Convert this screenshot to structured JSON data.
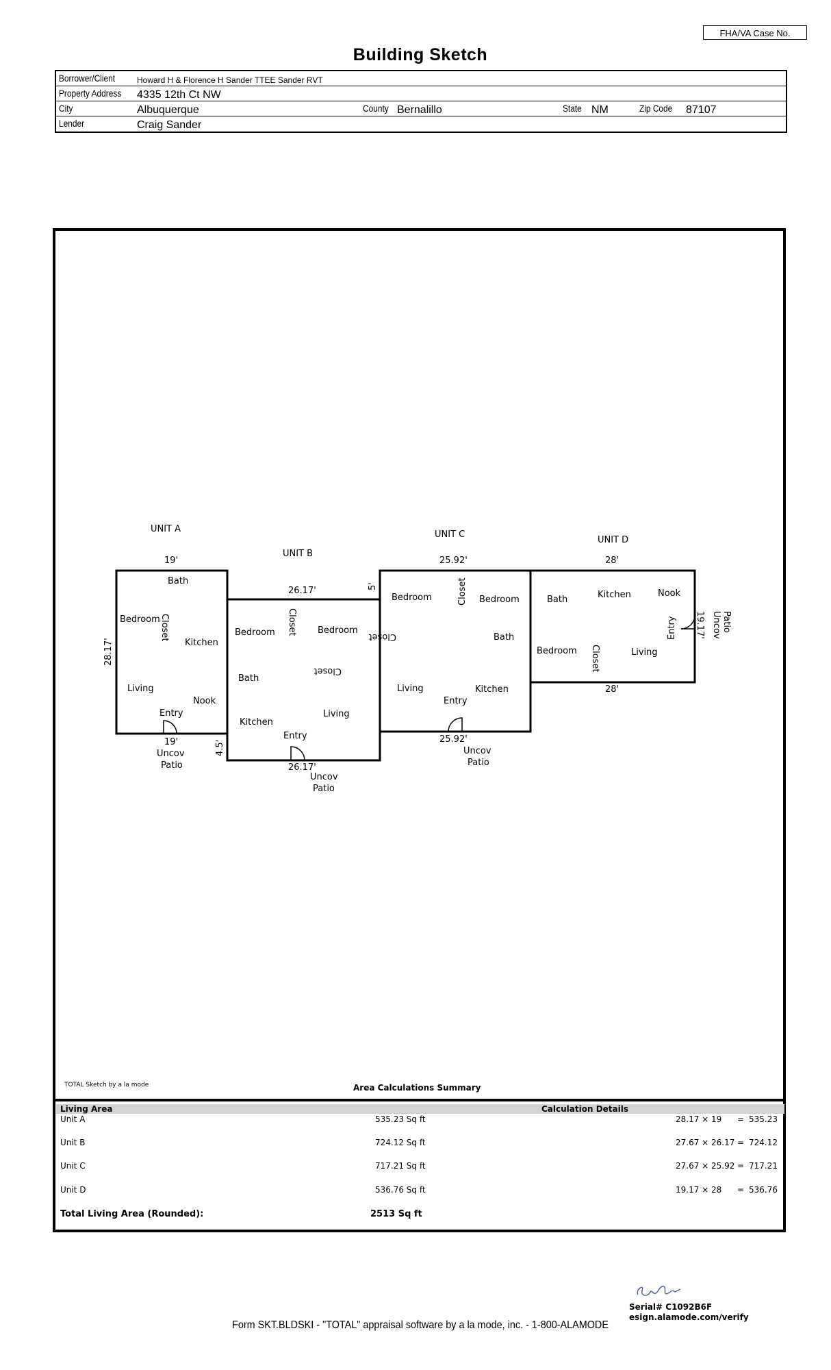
{
  "header": {
    "case_label": "FHA/VA Case No.",
    "title": "Building Sketch"
  },
  "info": {
    "borrower_label": "Borrower/Client",
    "borrower": "Howard H & Florence H Sander TTEE Sander RVT",
    "address_label": "Property Address",
    "address": "4335 12th Ct NW",
    "city_label": "City",
    "city": "Albuquerque",
    "county_label": "County",
    "county": "Bernalillo",
    "state_label": "State",
    "state": "NM",
    "zip_label": "Zip Code",
    "zip": "87107",
    "lender_label": "Lender",
    "lender": "Craig Sander"
  },
  "sketch": {
    "units": {
      "a": {
        "name": "UNIT A",
        "top": "19'",
        "bottom": "19'",
        "left": "28.17'",
        "rooms": [
          "Bath",
          "Bedroom",
          "Closet",
          "Kitchen",
          "Living",
          "Nook",
          "Entry"
        ],
        "patio": [
          "Uncov",
          "Patio"
        ]
      },
      "b": {
        "name": "UNIT B",
        "top": "26.17'",
        "bottom": "26.17'",
        "step_top": "5'",
        "step_bottom": "4.5'",
        "rooms": [
          "Bedroom",
          "Closet",
          "Bedroom",
          "Closet",
          "Bath",
          "Kitchen",
          "Living",
          "Entry"
        ],
        "patio": [
          "Uncov",
          "Patio"
        ]
      },
      "c": {
        "name": "UNIT C",
        "top": "25.92'",
        "bottom": "25.92'",
        "rooms": [
          "Bedroom",
          "Closet",
          "Bedroom",
          "Closet",
          "Bath",
          "Living",
          "Kitchen",
          "Entry"
        ],
        "patio": [
          "Uncov",
          "Patio"
        ]
      },
      "d": {
        "name": "UNIT D",
        "top": "28'",
        "bottom": "28'",
        "right": "19.17'",
        "rooms": [
          "Bath",
          "Kitchen",
          "Nook",
          "Entry",
          "Bedroom",
          "Closet",
          "Living"
        ],
        "patio": [
          "Uncov",
          "Patio"
        ]
      }
    },
    "credit": "TOTAL Sketch by a la mode"
  },
  "summary": {
    "title": "Area Calculations Summary",
    "col_living": "Living Area",
    "col_calc": "Calculation Details",
    "rows": [
      {
        "name": "Unit A",
        "area": "535.23 Sq ft",
        "calc": "28.17 × 19",
        "eq": "=",
        "result": "535.23"
      },
      {
        "name": "Unit B",
        "area": "724.12 Sq ft",
        "calc": "27.67 × 26.17",
        "eq": "=",
        "result": "724.12"
      },
      {
        "name": "Unit C",
        "area": "717.21 Sq ft",
        "calc": "27.67 × 25.92",
        "eq": "=",
        "result": "717.21"
      },
      {
        "name": "Unit D",
        "area": "536.76 Sq ft",
        "calc": "19.17 × 28",
        "eq": "=",
        "result": "536.76"
      }
    ],
    "total_label": "Total Living Area (Rounded):",
    "total_value": "2513 Sq ft"
  },
  "signature": {
    "serial": "Serial# C1092B6F",
    "verify": "esign.alamode.com/verify"
  },
  "footer": "Form SKT.BLDSKI - \"TOTAL\" appraisal software by a la mode, inc. - 1-800-ALAMODE"
}
